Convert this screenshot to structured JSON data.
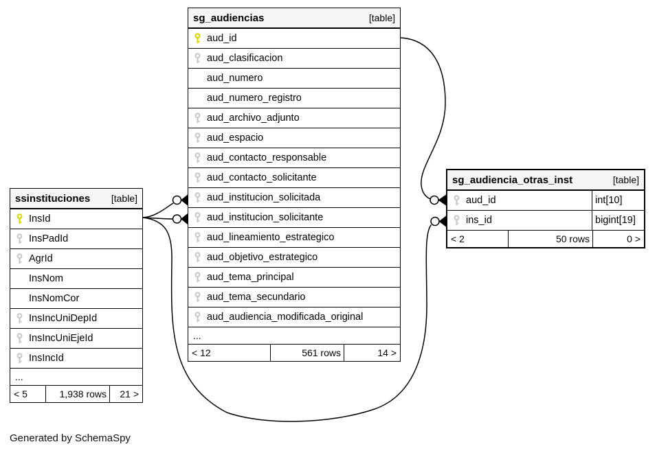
{
  "footer_note": "Generated by SchemaSpy",
  "colors": {
    "pk_key": "#ddd600",
    "fk_key": "#c9c9c9",
    "header_bg": "#f5f5f5",
    "line": "#000000"
  },
  "tables": [
    {
      "name": "ssinstituciones",
      "tag": "[table]",
      "columns": [
        {
          "name": "InsId",
          "key": "pk"
        },
        {
          "name": "InsPadId",
          "key": "fk"
        },
        {
          "name": "AgrId",
          "key": "fk"
        },
        {
          "name": "InsNom",
          "key": "none"
        },
        {
          "name": "InsNomCor",
          "key": "none"
        },
        {
          "name": "InsIncUniDepId",
          "key": "fk"
        },
        {
          "name": "InsIncUniEjeId",
          "key": "fk"
        },
        {
          "name": "InsIncId",
          "key": "fk"
        }
      ],
      "ellipsis": "...",
      "footer": {
        "left": "< 5",
        "center": "1,938 rows",
        "right": "21 >"
      }
    },
    {
      "name": "sg_audiencias",
      "tag": "[table]",
      "columns": [
        {
          "name": "aud_id",
          "key": "pk"
        },
        {
          "name": "aud_clasificacion",
          "key": "fk"
        },
        {
          "name": "aud_numero",
          "key": "none"
        },
        {
          "name": "aud_numero_registro",
          "key": "none"
        },
        {
          "name": "aud_archivo_adjunto",
          "key": "fk"
        },
        {
          "name": "aud_espacio",
          "key": "fk"
        },
        {
          "name": "aud_contacto_responsable",
          "key": "fk"
        },
        {
          "name": "aud_contacto_solicitante",
          "key": "fk"
        },
        {
          "name": "aud_institucion_solicitada",
          "key": "fk"
        },
        {
          "name": "aud_institucion_solicitante",
          "key": "fk"
        },
        {
          "name": "aud_lineamiento_estrategico",
          "key": "fk"
        },
        {
          "name": "aud_objetivo_estrategico",
          "key": "fk"
        },
        {
          "name": "aud_tema_principal",
          "key": "fk"
        },
        {
          "name": "aud_tema_secundario",
          "key": "fk"
        },
        {
          "name": "aud_audiencia_modificada_original",
          "key": "fk"
        }
      ],
      "ellipsis": "...",
      "footer": {
        "left": "< 12",
        "center": "561 rows",
        "right": "14 >"
      }
    },
    {
      "name": "sg_audiencia_otras_inst",
      "tag": "[table]",
      "columns": [
        {
          "name": "aud_id",
          "key": "fk",
          "type": "int[10]"
        },
        {
          "name": "ins_id",
          "key": "fk",
          "type": "bigint[19]"
        }
      ],
      "footer": {
        "left": "< 2",
        "center": "50 rows",
        "right": "0 >"
      }
    }
  ],
  "relations": [
    {
      "from": "sg_audiencias.aud_id",
      "to": "sg_audiencia_otras_inst.aud_id"
    },
    {
      "from": "ssinstituciones.InsId",
      "to": "sg_audiencias.aud_institucion_solicitada"
    },
    {
      "from": "ssinstituciones.InsId",
      "to": "sg_audiencias.aud_institucion_solicitante"
    },
    {
      "from": "ssinstituciones.InsId",
      "to": "sg_audiencia_otras_inst.ins_id"
    }
  ]
}
